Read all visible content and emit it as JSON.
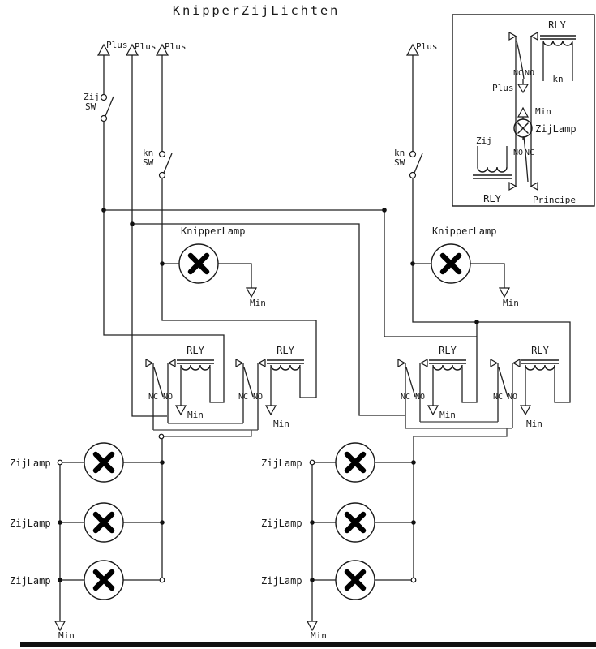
{
  "title": "KnipperZijLichten",
  "labels": {
    "plus": "Plus",
    "min": "Min",
    "rly": "RLY",
    "nc": "NC",
    "no": "NO",
    "sw": "SW",
    "zij": "Zij",
    "kn": "kn",
    "knipperlamp": "KnipperLamp",
    "zijlamp": "ZijLamp",
    "principe": "Principe"
  },
  "colors": {
    "ink": "#1a1a1a",
    "background": "#ffffff"
  }
}
